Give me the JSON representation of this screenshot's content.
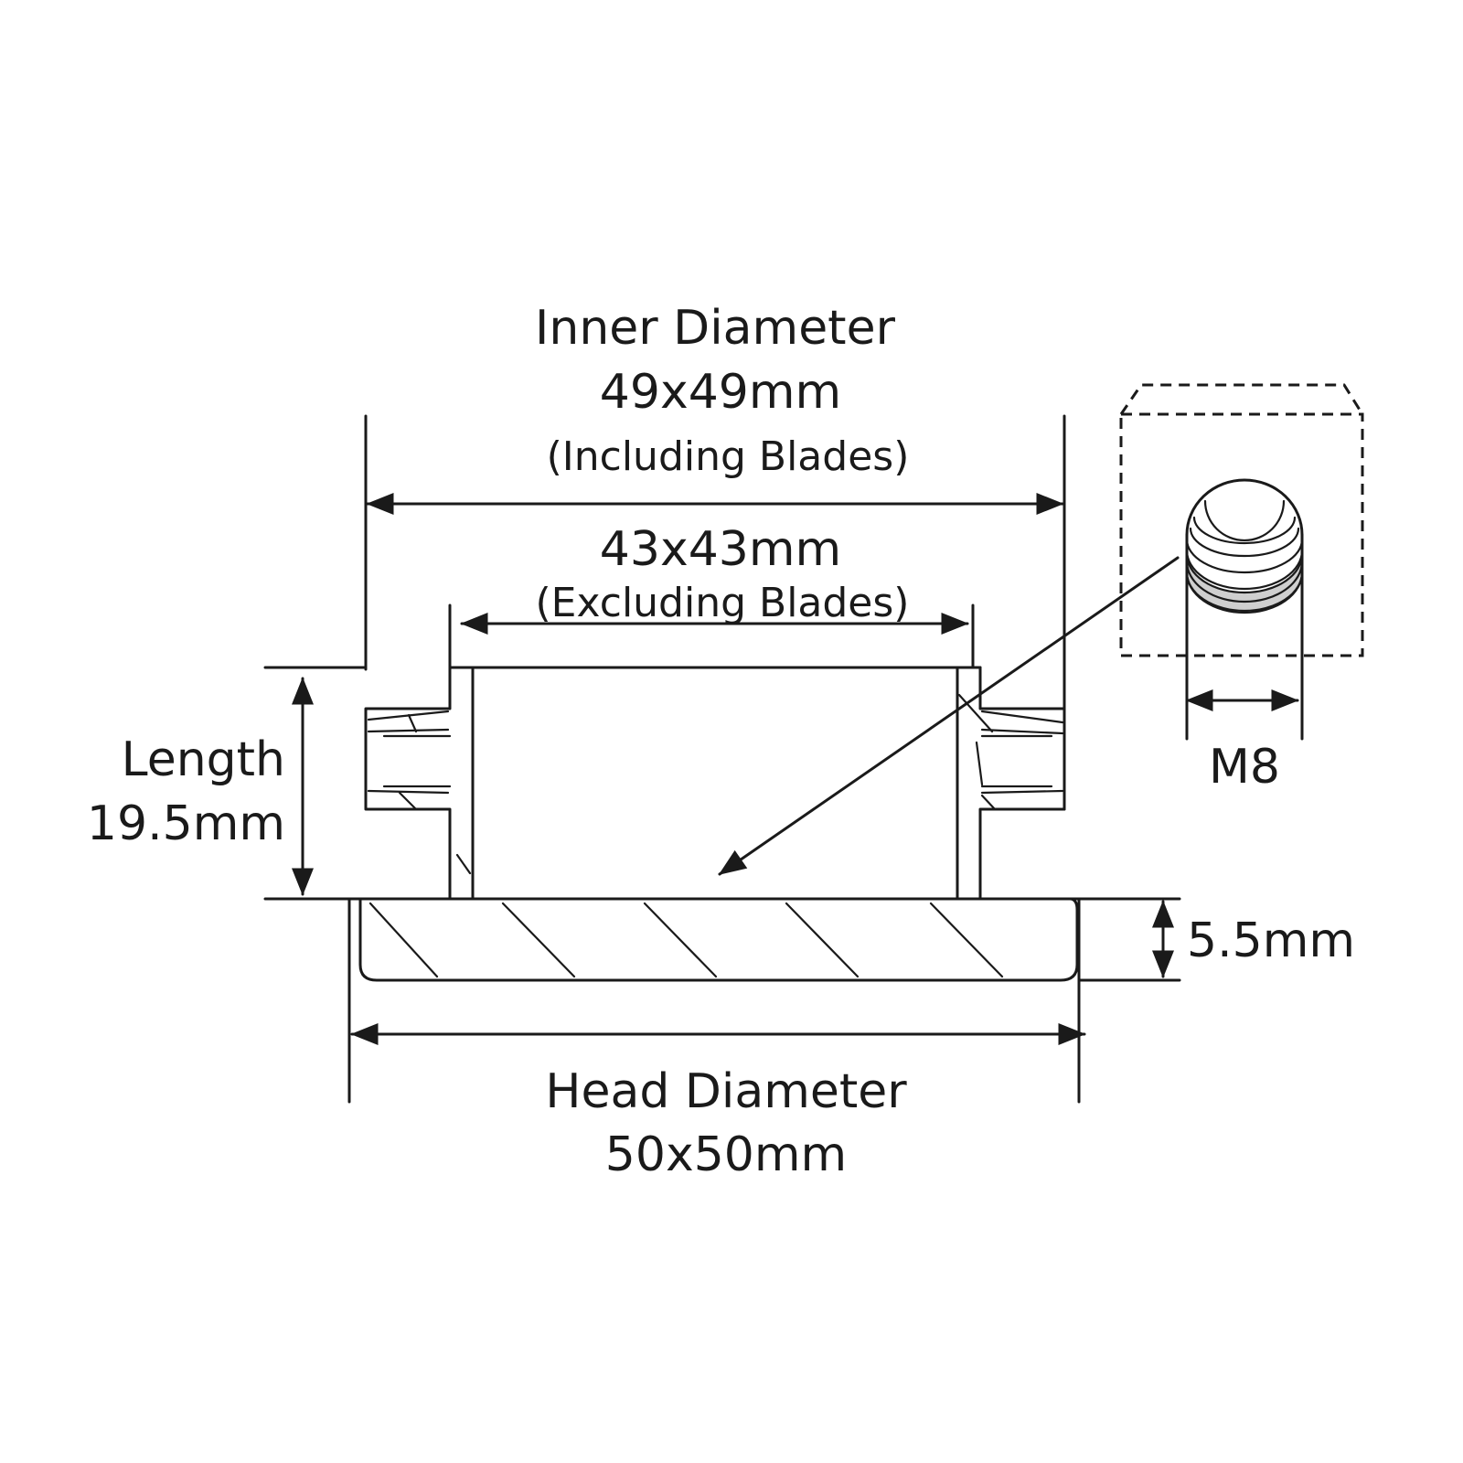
{
  "labels": {
    "inner_title": "Inner Diameter",
    "inner_incl_value": "49x49mm",
    "inner_incl_note": "(Including Blades)",
    "inner_excl_value": "43x43mm",
    "inner_excl_note": "(Excluding Blades)",
    "length_title": "Length",
    "length_value": "19.5mm",
    "head_thickness": "5.5mm",
    "head_title": "Head Diameter",
    "head_value": "50x50mm",
    "thread": "M8"
  },
  "colors": {
    "line": "#1a1a1a",
    "background": "#ffffff",
    "thread_shade": "#cfcfcf"
  }
}
